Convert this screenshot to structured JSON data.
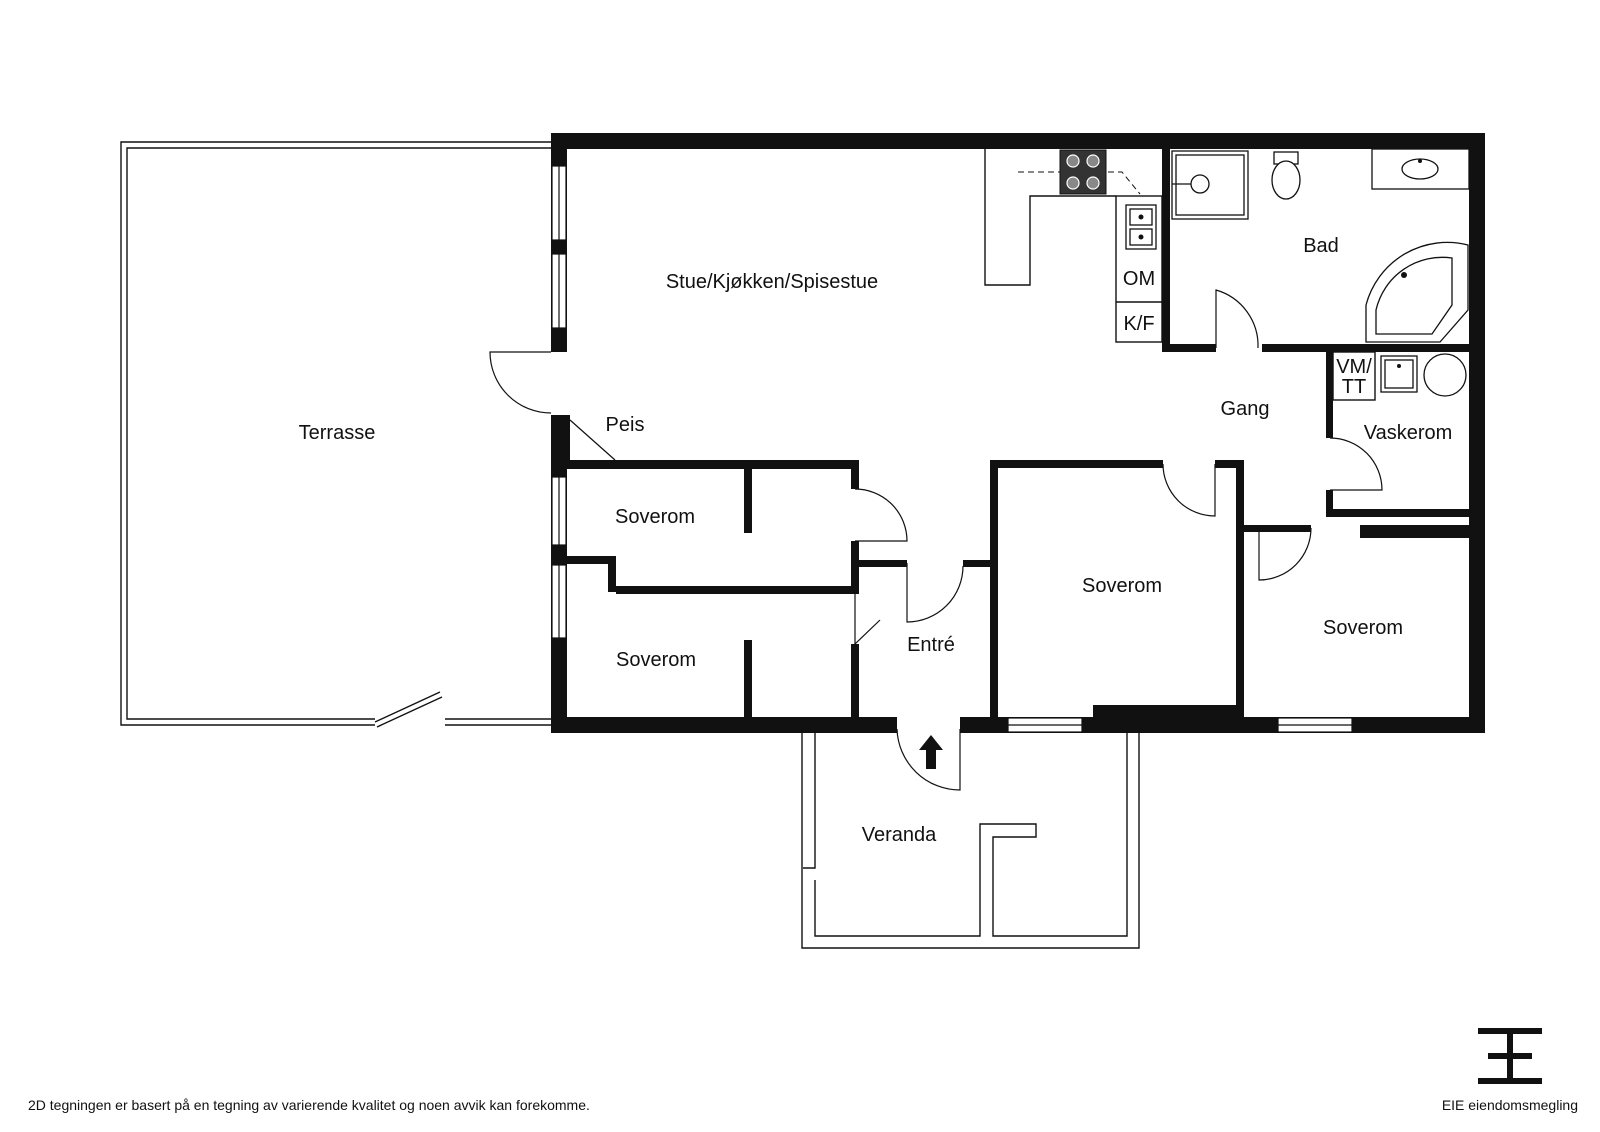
{
  "rooms": {
    "terrasse": "Terrasse",
    "stue": "Stue/Kjøkken/Spisestue",
    "peis": "Peis",
    "bad": "Bad",
    "om": "OM",
    "kf": "K/F",
    "gang": "Gang",
    "vmtt_line1": "VM/",
    "vmtt_line2": "TT",
    "vaskerom": "Vaskerom",
    "soverom_1": "Soverom",
    "soverom_2": "Soverom",
    "soverom_3": "Soverom",
    "soverom_4": "Soverom",
    "entre": "Entré",
    "veranda": "Veranda"
  },
  "footer": {
    "disclaimer": "2D tegningen er basert på en tegning av varierende kvalitet og noen avvik kan forekomme.",
    "brand": "EIE eiendomsmegling"
  },
  "icons": {
    "entrance": "entrance-arrow-icon",
    "logo": "eie-logo-icon"
  },
  "colors": {
    "walls": "#111111",
    "background": "#ffffff"
  }
}
